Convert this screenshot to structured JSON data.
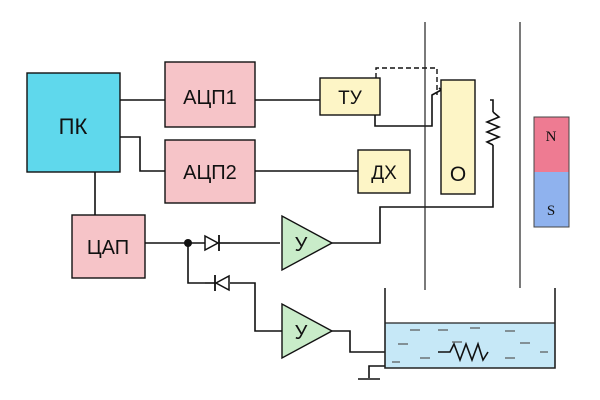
{
  "colors": {
    "pc": "#5fd8ec",
    "converter": "#f6c4c8",
    "device": "#fdf5c6",
    "amplifier": "#c9ecc9",
    "north": "#ee7b92",
    "south": "#8fb2ee",
    "liquid": "#c6e8f7",
    "wire": "#111111"
  },
  "blocks": {
    "pc": "ПК",
    "adc1": "АЦП1",
    "adc2": "АЦП2",
    "dac": "ЦАП",
    "tu": "ТУ",
    "dh": "ДХ",
    "sample": "О",
    "amp_top": "У",
    "amp_bottom": "У",
    "magnet_north": "N",
    "magnet_south": "S"
  }
}
